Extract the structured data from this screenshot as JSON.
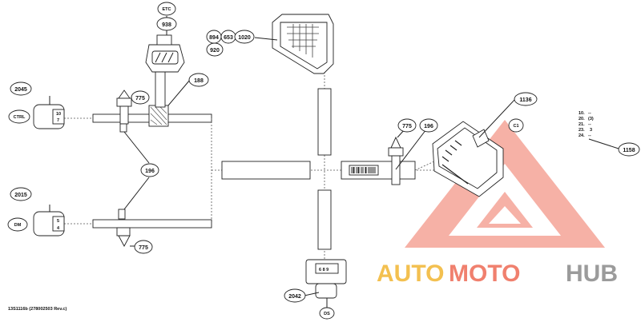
{
  "callouts": {
    "etc": "ETC",
    "n938": "938",
    "n188": "188",
    "n2045": "2045",
    "ctrl": "CTRL",
    "n775a": "775",
    "n196a": "196",
    "n2015": "2015",
    "dm": "DM",
    "n775b": "775",
    "n894": "894",
    "n653": "653",
    "n1020": "1020",
    "n920": "920",
    "n775c": "775",
    "n196b": "196",
    "n1136": "1136",
    "c1": "C1",
    "n1158": "1158",
    "n2042": "2042",
    "ds": "DS"
  },
  "connector_ctrl_pins": {
    "top": "10",
    "bottom": "7"
  },
  "connector_dm_pins": {
    "top": "5",
    "bottom": "4"
  },
  "connector_ds_pins": "6  8  9",
  "pin_list": [
    {
      "pin": "10.",
      "value": "--"
    },
    {
      "pin": "20.",
      "value": "(3)"
    },
    {
      "pin": "21.",
      "value": "--"
    },
    {
      "pin": "23.",
      "value": "3"
    },
    {
      "pin": "24.",
      "value": "--"
    }
  ],
  "figure_id": "13S1116b  (278002503 Rev.c)",
  "watermark": {
    "part1": "AUTO",
    "part2": "MOTO",
    "part3": "HUB"
  },
  "colors": {
    "watermark_yellow": "#f2b632",
    "watermark_red": "#ee6a55",
    "watermark_gray": "#8a8a8a"
  }
}
